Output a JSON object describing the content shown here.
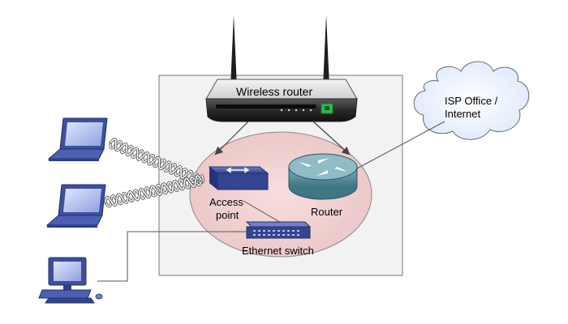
{
  "diagram": {
    "wireless_router_label": "Wireless router",
    "access_point_label_line1": "Access",
    "access_point_label_line2": "point",
    "router_label": "Router",
    "switch_label": "Ethernet switch",
    "isp_label_line1": "ISP Office /",
    "isp_label_line2": "Internet"
  },
  "colors": {
    "enclosure_fill": "#f2f2f2",
    "lan_ellipse_fill": "#f3d6d6",
    "device_blue": "#3d4f9e",
    "router_teal": "#4f8c99",
    "cloud_fill": "#eef5ff",
    "wireless_router_body": "#2b2b2b",
    "status_led": "#2eb84d"
  },
  "nodes": [
    {
      "id": "wireless-router",
      "icon": "wireless-router-icon"
    },
    {
      "id": "access-point",
      "icon": "access-point-icon"
    },
    {
      "id": "router",
      "icon": "router-icon"
    },
    {
      "id": "ethernet-switch",
      "icon": "switch-icon"
    },
    {
      "id": "isp-cloud",
      "icon": "cloud-icon"
    },
    {
      "id": "laptop-1",
      "icon": "laptop-icon"
    },
    {
      "id": "laptop-2",
      "icon": "laptop-icon"
    },
    {
      "id": "desktop-pc",
      "icon": "desktop-computer-icon"
    }
  ],
  "edges": [
    {
      "from": "wireless-router",
      "to": "access-point",
      "kind": "arrow"
    },
    {
      "from": "wireless-router",
      "to": "router",
      "kind": "arrow"
    },
    {
      "from": "access-point",
      "to": "ethernet-switch",
      "kind": "wired"
    },
    {
      "from": "router",
      "to": "isp-cloud",
      "kind": "wired"
    },
    {
      "from": "ethernet-switch",
      "to": "desktop-pc",
      "kind": "wired"
    },
    {
      "from": "laptop-1",
      "to": "access-point",
      "kind": "wireless"
    },
    {
      "from": "laptop-2",
      "to": "access-point",
      "kind": "wireless"
    }
  ]
}
